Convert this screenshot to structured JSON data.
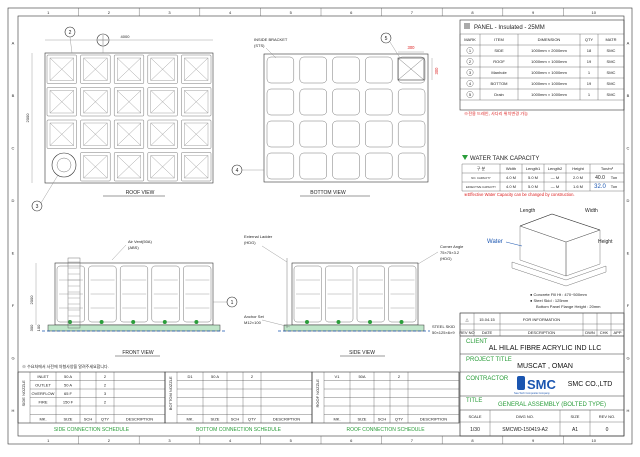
{
  "border": {
    "cols": [
      "1",
      "2",
      "3",
      "4",
      "5",
      "6",
      "7",
      "8",
      "9",
      "10"
    ],
    "rows": [
      "A",
      "B",
      "C",
      "D",
      "E",
      "F",
      "G",
      "H"
    ]
  },
  "views": {
    "roof": {
      "title": "ROOF VIEW",
      "dims": {
        "width": "4000",
        "length": "2000"
      }
    },
    "bottom": {
      "title": "BOTTOM VIEW",
      "inside_bracket": "INSIDE BRACKET",
      "inside_bracket_mat": "(STS)"
    },
    "front": {
      "title": "FRONT VIEW",
      "air_vent": "Air Vent(50A)",
      "air_vent_mat": "(ABS)",
      "height": "2000",
      "base": "300",
      "h1": "100"
    },
    "side": {
      "title": "SIDE VIEW",
      "ladder": "External Ladder",
      "ladder_mat": "(HDG)",
      "anchor": "Anchor Set",
      "anchor_size": "M12×100",
      "corner": "Corner Angle",
      "corner_size": "75×75×3.2",
      "corner_mat": "(HDG)",
      "skid": "STEEL SKID",
      "skid_size": "50×125×6×9"
    }
  },
  "callouts": [
    "1",
    "2",
    "3",
    "4",
    "5"
  ],
  "manhole": {
    "d1": "300",
    "d2": "300"
  },
  "panel_table": {
    "title": "PANEL - Insulated - 25MM",
    "headers": [
      "MARK",
      "ITEM",
      "DIMENSION",
      "QTY",
      "MATR"
    ],
    "rows": [
      {
        "mark": "1",
        "item": "SIDE",
        "dim": "1000mm × 2000mm",
        "qty": "18",
        "matr": "SMC"
      },
      {
        "mark": "2",
        "item": "ROOF",
        "dim": "1000mm × 1000mm",
        "qty": "19",
        "matr": "SMC"
      },
      {
        "mark": "3",
        "item": "Manhole",
        "dim": "1000mm × 1000mm",
        "qty": "1",
        "matr": "SMC"
      },
      {
        "mark": "4",
        "item": "BOTTOM",
        "dim": "1000mm × 1000mm",
        "qty": "19",
        "matr": "SMC"
      },
      {
        "mark": "5",
        "item": "Drain",
        "dim": "1000mm × 1000mm",
        "qty": "1",
        "matr": "SMC"
      }
    ],
    "note": "※전용 드레인, 사다리 위치변경 가능"
  },
  "capacity": {
    "title": "WATER TANK CAPACITY",
    "headers": [
      "구 분",
      "Width",
      "Length1",
      "Length2",
      "Height",
      "Ton/m³"
    ],
    "rows": [
      {
        "label": "NO. CAPACITY",
        "w": "4.0 M",
        "l1": "5.0 M",
        "l2": "— M",
        "h": "2.0 M",
        "ton": "40.0",
        "unit": "Ton"
      },
      {
        "label": "EFFECTIVE CAPACITY",
        "w": "4.0 M",
        "l1": "5.0 M",
        "l2": "— M",
        "h": "1.6 M",
        "ton": "32.0",
        "unit": "Ton"
      }
    ],
    "note": "※Effective Water Capacity can be changed by construction."
  },
  "iso": {
    "length": "Length",
    "width": "Width",
    "water": "Water",
    "height": "Height",
    "notes": [
      "● Concrete Fill Ht : 470~500mm",
      "● Steel Skid : 125mm",
      "Bottom Panel Flange Height : 20mm"
    ]
  },
  "revision": {
    "rows": [
      {
        "mark": "△",
        "date": "15.04.15",
        "desc": "FOR INFORMATION",
        "dwn": "",
        "chk": "",
        "app": ""
      }
    ],
    "headers": [
      "REV NO",
      "DATE",
      "DESCRIPTION",
      "DWN",
      "CHK",
      "APP"
    ]
  },
  "title_block": {
    "client_label": "CLIENT",
    "client": "AL HILAL FIBRE ACRYLIC IND LLC",
    "project_label": "PROJECT TITLE",
    "project": "MUSCAT , OMAN",
    "contractor_label": "CONTRACTOR",
    "logo": "SMC",
    "logo_sub": "Sea Tech Composite Company",
    "contractor": "SMC CO.,LTD",
    "title_label": "TITLE",
    "title": "GENERAL ASSEMBLY (BOLTED TYPE)",
    "headers": [
      "SCALE",
      "DWG NO.",
      "SIZE",
      "REV NO."
    ],
    "values": [
      "1/30",
      "SMCWD-150419-A2",
      "A1",
      "0"
    ]
  },
  "korean_note": "※ 수요처에서 사전에 차형사양을 알려주세요합니다.",
  "side_nozzle": {
    "group_label": "SIDE NOZZLE",
    "headers": [
      "MK.",
      "SIZE",
      "SCH",
      "QTY",
      "DESCRIPTION"
    ],
    "rows": [
      {
        "mk": "INLET",
        "size": "50 A",
        "sch": "",
        "qty": "2",
        "desc": ""
      },
      {
        "mk": "OUTLET",
        "size": "50 A",
        "sch": "",
        "qty": "2",
        "desc": ""
      },
      {
        "mk": "OVERFLOW",
        "size": "65 F",
        "sch": "",
        "qty": "3",
        "desc": ""
      },
      {
        "mk": "FIRE",
        "size": "150 F",
        "sch": "",
        "qty": "2",
        "desc": ""
      }
    ],
    "caption": "SIDE CONNECTION SCHEDULE"
  },
  "bottom_nozzle": {
    "group_label": "BOTTOM NOZZLE",
    "headers": [
      "MK.",
      "SIZE",
      "SCH",
      "QTY",
      "DESCRIPTION"
    ],
    "rows": [
      {
        "mk": "D1",
        "size": "50 A",
        "sch": "",
        "qty": "2",
        "desc": ""
      }
    ],
    "caption": "BOTTOM CONNECTION SCHEDULE"
  },
  "roof_nozzle": {
    "group_label": "ROOF NOZZLE",
    "headers": [
      "MK.",
      "SIZE",
      "SCH",
      "QTY",
      "DESCRIPTION"
    ],
    "rows": [
      {
        "mk": "V1",
        "size": "50A",
        "sch": "",
        "qty": "2",
        "desc": ""
      }
    ],
    "caption": "ROOF CONNECTION SCHEDULE"
  },
  "colors": {
    "green": "#2a9d3a",
    "blue": "#1a55b0",
    "red": "#d22222",
    "water": "#5aa8e0"
  }
}
